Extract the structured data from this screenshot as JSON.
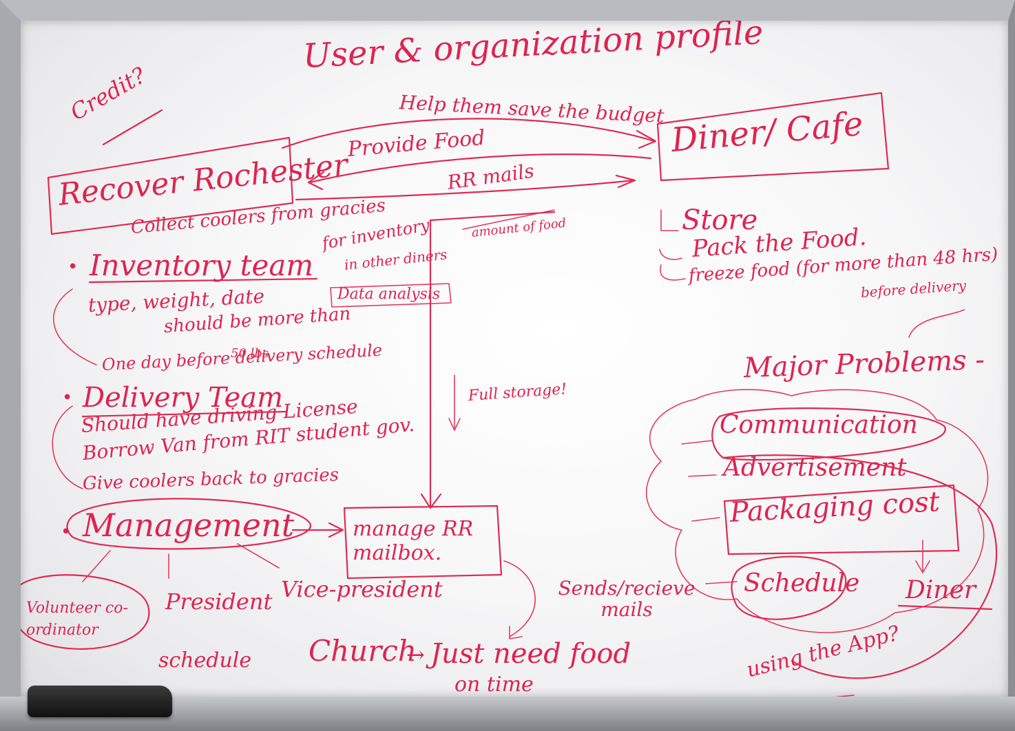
{
  "title": "User & organization profile",
  "credit": "Credit?",
  "arrows_top": {
    "help_budget": "Help them save the budget",
    "provide_food": "Provide Food",
    "rr_mails": "RR mails"
  },
  "recover_rochester": "Recover Rochester",
  "diner_cafe": "Diner/ Cafe",
  "diner_flow": {
    "store": "Store",
    "pack": "Pack the Food.",
    "freeze": "freeze food (for more than 48 hrs)",
    "before_delivery": "before delivery"
  },
  "inventory": {
    "collect": "Collect coolers from gracies",
    "for_inventory": "for inventory",
    "in_other_diners": "in other diners",
    "amount_of_food": "amount of food",
    "heading": "Inventory team",
    "type_weight_date": "type, weight, date",
    "data_analysis": "Data analysis",
    "should_be_more_than": "should be more than",
    "lbs": "50 lbs",
    "one_day_before": "One day before delivery schedule"
  },
  "full_storage": "Full storage!",
  "delivery": {
    "heading": "Delivery Team",
    "license": "Should have driving License",
    "borrow_van": "Borrow Van from RIT student gov.",
    "give_coolers": "Give coolers back to gracies"
  },
  "management": {
    "heading": "Management",
    "manage_rr_mailbox": "manage RR mailbox.",
    "volunteer": "Volunteer co-ordinator",
    "schedule": "schedule",
    "president": "President",
    "vice_president": "Vice-president",
    "sends_receive": "Sends/recieve mails"
  },
  "church": {
    "label": "Church",
    "need": "Just need food",
    "on_time": "on time"
  },
  "major_problems": {
    "heading": "Major Problems -",
    "items": [
      "Communication",
      "Advertisement",
      "Packaging cost",
      "Schedule"
    ],
    "diner": "Diner",
    "using_app": "using the App?"
  }
}
